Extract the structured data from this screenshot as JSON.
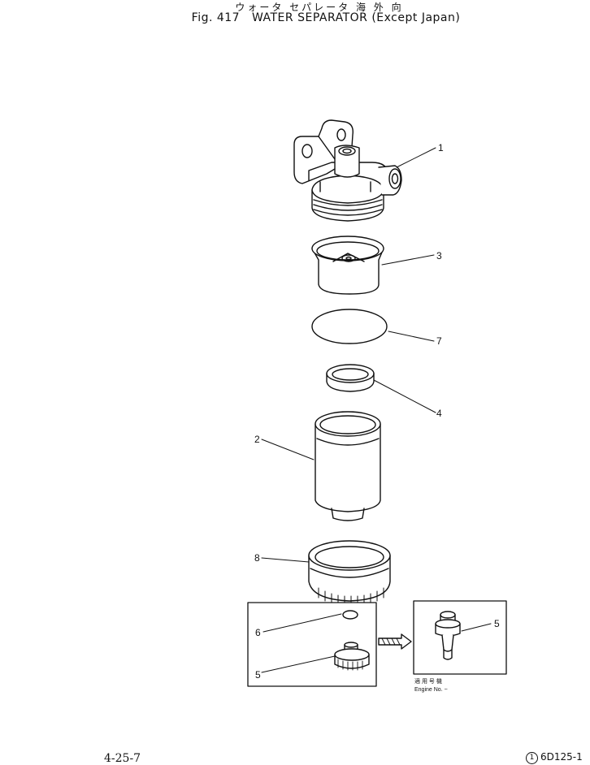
{
  "header": {
    "japanese_title": "ウォータ セパレータ 海 外 向",
    "figure_title": "Fig. 417   WATER SEPARATOR (Except Japan)"
  },
  "callouts": {
    "c1": "1",
    "c3": "3",
    "c7": "7",
    "c4": "4",
    "c2": "2",
    "c8": "8",
    "c6": "6",
    "c5a": "5",
    "c5b": "5"
  },
  "inset": {
    "applicable_jp": "適 用 号 機",
    "engine_no": "Engine No. ~"
  },
  "footer": {
    "page_number": "4-25-7",
    "doc_code_circle": "1",
    "doc_code": "6D125-1"
  }
}
